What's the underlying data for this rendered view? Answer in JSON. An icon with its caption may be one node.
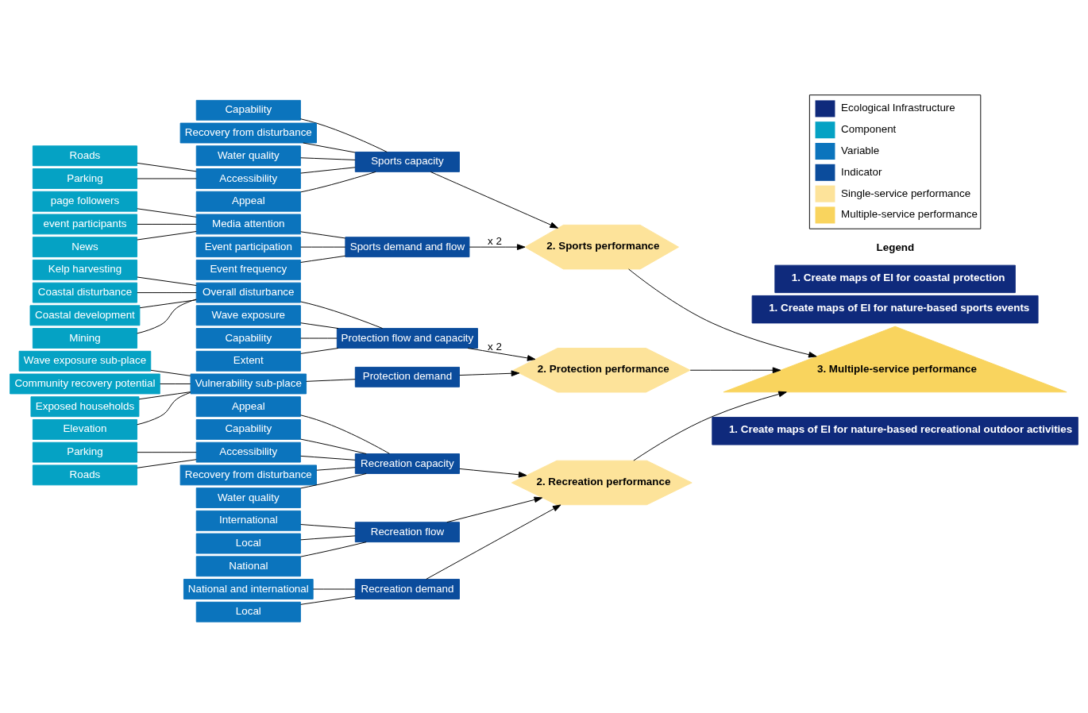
{
  "diagram": {
    "nodes": [
      {
        "text": [
          "1. Create maps of EI for nature-based recreational outdoor activities"
        ]
      },
      {
        "text": [
          "Parking"
        ]
      },
      {
        "text": [
          "Roads"
        ]
      },
      {
        "text": [
          "Local"
        ]
      },
      {
        "text": [
          "National"
        ]
      },
      {
        "text": [
          "International"
        ]
      },
      {
        "text": [
          "Local"
        ]
      },
      {
        "text": [
          "National and international"
        ]
      },
      {
        "text": [
          "Appeal"
        ]
      },
      {
        "text": [
          "Capability"
        ]
      },
      {
        "text": [
          "Recovery from disturbance"
        ]
      },
      {
        "text": [
          "Accessibility"
        ]
      },
      {
        "text": [
          "Water quality"
        ]
      },
      {
        "text": [
          "Recreation flow"
        ]
      },
      {
        "text": [
          "Recreation demand"
        ]
      },
      {
        "text": [
          "Recreation capacity"
        ]
      },
      {
        "text": [
          "1. Create maps of EI for nature-based sports events"
        ]
      },
      {
        "text": [
          "event participants"
        ]
      },
      {
        "text": [
          "News"
        ]
      },
      {
        "text": [
          "page followers"
        ]
      },
      {
        "text": [
          "Event participation"
        ]
      },
      {
        "text": [
          "Media attention"
        ]
      },
      {
        "text": [
          "Event frequency"
        ]
      },
      {
        "text": [
          "Sports demand and flow"
        ]
      },
      {
        "text": [
          "Appeal"
        ]
      },
      {
        "text": [
          "Capability"
        ]
      },
      {
        "text": [
          "Recovery from disturbance"
        ]
      },
      {
        "text": [
          "Accessibility"
        ]
      },
      {
        "text": [
          "Water quality"
        ]
      },
      {
        "text": [
          "Parking"
        ]
      },
      {
        "text": [
          "Roads"
        ]
      },
      {
        "text": [
          "Sports capacity"
        ]
      },
      {
        "text": [
          "2. Recreation performance"
        ]
      },
      {
        "text": [
          "2. Sports performance"
        ]
      },
      {
        "text": [
          "2. Protection performance"
        ]
      },
      {
        "text": [
          "3. Multiple-service performance"
        ]
      },
      {
        "text": [
          "Protection demand"
        ]
      },
      {
        "text": [
          "Vulnerability sub-place"
        ]
      },
      {
        "text": [
          "Elevation"
        ]
      },
      {
        "text": [
          "Wave exposure sub-place"
        ]
      },
      {
        "text": [
          "Community recovery potential"
        ]
      },
      {
        "text": [
          "Exposed households"
        ]
      },
      {
        "text": [
          "Protection flow and capacity"
        ]
      },
      {
        "text": [
          "Extent"
        ]
      },
      {
        "text": [
          "Overall disturbance"
        ]
      },
      {
        "text": [
          "Wave exposure"
        ]
      },
      {
        "text": [
          "Capability"
        ]
      },
      {
        "text": [
          "Mining"
        ]
      },
      {
        "text": [
          "Kelp harvesting"
        ]
      },
      {
        "text": [
          "Coastal disturbance"
        ]
      },
      {
        "text": [
          "Coastal development"
        ]
      },
      {
        "text": [
          "1. Create maps of EI for coastal protection"
        ]
      }
    ],
    "edges": [
      {
        "from": 1,
        "to": 11,
        "arrow": "none"
      },
      {
        "from": 2,
        "to": 11,
        "arrow": "none"
      },
      {
        "from": 3,
        "to": 13,
        "arrow": "none"
      },
      {
        "from": 4,
        "to": 13,
        "arrow": "none"
      },
      {
        "from": 5,
        "to": 13,
        "arrow": "none"
      },
      {
        "from": 6,
        "to": 14,
        "arrow": "none"
      },
      {
        "from": 7,
        "to": 14,
        "arrow": "none"
      },
      {
        "from": 8,
        "to": 15,
        "arrow": "none"
      },
      {
        "from": 9,
        "to": 15,
        "arrow": "none"
      },
      {
        "from": 10,
        "to": 15,
        "arrow": "none"
      },
      {
        "from": 11,
        "to": 15,
        "arrow": "none"
      },
      {
        "from": 12,
        "to": 15,
        "arrow": "none"
      },
      {
        "from": 13,
        "to": 32,
        "arrow": "to"
      },
      {
        "from": 14,
        "to": 32,
        "arrow": "to"
      },
      {
        "from": 15,
        "to": 32,
        "arrow": "to"
      },
      {
        "from": 17,
        "to": 21,
        "arrow": "none"
      },
      {
        "from": 18,
        "to": 21,
        "arrow": "none"
      },
      {
        "from": 19,
        "to": 21,
        "arrow": "none"
      },
      {
        "from": 20,
        "to": 23,
        "arrow": "none"
      },
      {
        "from": 21,
        "to": 23,
        "arrow": "none"
      },
      {
        "from": 22,
        "to": 23,
        "arrow": "none"
      },
      {
        "from": 29,
        "to": 27,
        "arrow": "none"
      },
      {
        "from": 30,
        "to": 27,
        "arrow": "none"
      },
      {
        "from": 24,
        "to": 31,
        "arrow": "none"
      },
      {
        "from": 25,
        "to": 31,
        "arrow": "none"
      },
      {
        "from": 26,
        "to": 31,
        "arrow": "none"
      },
      {
        "from": 27,
        "to": 31,
        "arrow": "none"
      },
      {
        "from": 28,
        "to": 31,
        "arrow": "none"
      },
      {
        "from": 23,
        "to": 33,
        "arrow": "to",
        "label": "x 2"
      },
      {
        "from": 31,
        "to": 33,
        "arrow": "to"
      },
      {
        "from": 38,
        "to": 37,
        "arrow": "none"
      },
      {
        "from": 39,
        "to": 37,
        "arrow": "none"
      },
      {
        "from": 40,
        "to": 37,
        "arrow": "none"
      },
      {
        "from": 41,
        "to": 37,
        "arrow": "none"
      },
      {
        "from": 37,
        "to": 36,
        "arrow": "none"
      },
      {
        "from": 47,
        "to": 44,
        "arrow": "none"
      },
      {
        "from": 48,
        "to": 44,
        "arrow": "none"
      },
      {
        "from": 49,
        "to": 44,
        "arrow": "none"
      },
      {
        "from": 50,
        "to": 44,
        "arrow": "none"
      },
      {
        "from": 43,
        "to": 42,
        "arrow": "none"
      },
      {
        "from": 44,
        "to": 42,
        "arrow": "none"
      },
      {
        "from": 45,
        "to": 42,
        "arrow": "none"
      },
      {
        "from": 46,
        "to": 42,
        "arrow": "none"
      },
      {
        "from": 36,
        "to": 34,
        "arrow": "to"
      },
      {
        "from": 42,
        "to": 34,
        "arrow": "to",
        "label": "x 2"
      },
      {
        "from": 32,
        "to": 35,
        "arrow": "to"
      },
      {
        "from": 33,
        "to": 35,
        "arrow": "to"
      },
      {
        "from": 34,
        "to": 35,
        "arrow": "to"
      }
    ],
    "labels": [
      "Legend"
    ],
    "legend": [
      {
        "text": "Ecological Infrastructure",
        "color": "#0f2a7c"
      },
      {
        "text": "Component",
        "color": "#05a2c4"
      },
      {
        "text": "Variable",
        "color": "#0b74bd"
      },
      {
        "text": "Indicator",
        "color": "#0b4c9c"
      },
      {
        "text": "Single-service performance",
        "color": "#fde39a"
      },
      {
        "text": "Multiple-service performance",
        "color": "#f9d45e"
      }
    ]
  }
}
